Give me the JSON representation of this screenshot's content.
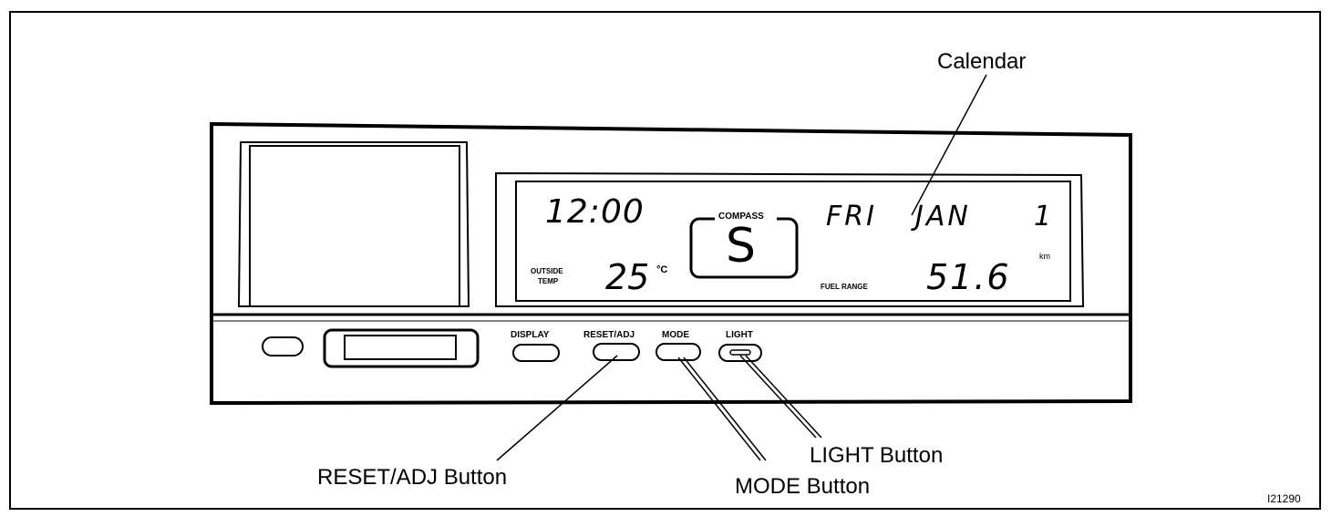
{
  "display": {
    "time": "12:00",
    "compass_label": "COMPASS",
    "compass_value": "S",
    "day": "FRI",
    "month": "JAN",
    "date": "1",
    "outside_temp_label_line1": "OUTSIDE",
    "outside_temp_label_line2": "TEMP",
    "temp_value": "25",
    "temp_unit": "°C",
    "fuel_range_label": "FUEL RANGE",
    "fuel_range_value": "51.6",
    "distance_unit": "km"
  },
  "buttons": {
    "display_label": "DISPLAY",
    "reset_adj_label": "RESET/ADJ",
    "mode_label": "MODE",
    "light_label": "LIGHT"
  },
  "callouts": {
    "calendar": "Calendar",
    "reset_adj_button": "RESET/ADJ Button",
    "mode_button": "MODE Button",
    "light_button": "LIGHT Button"
  },
  "figure_id": "I21290"
}
